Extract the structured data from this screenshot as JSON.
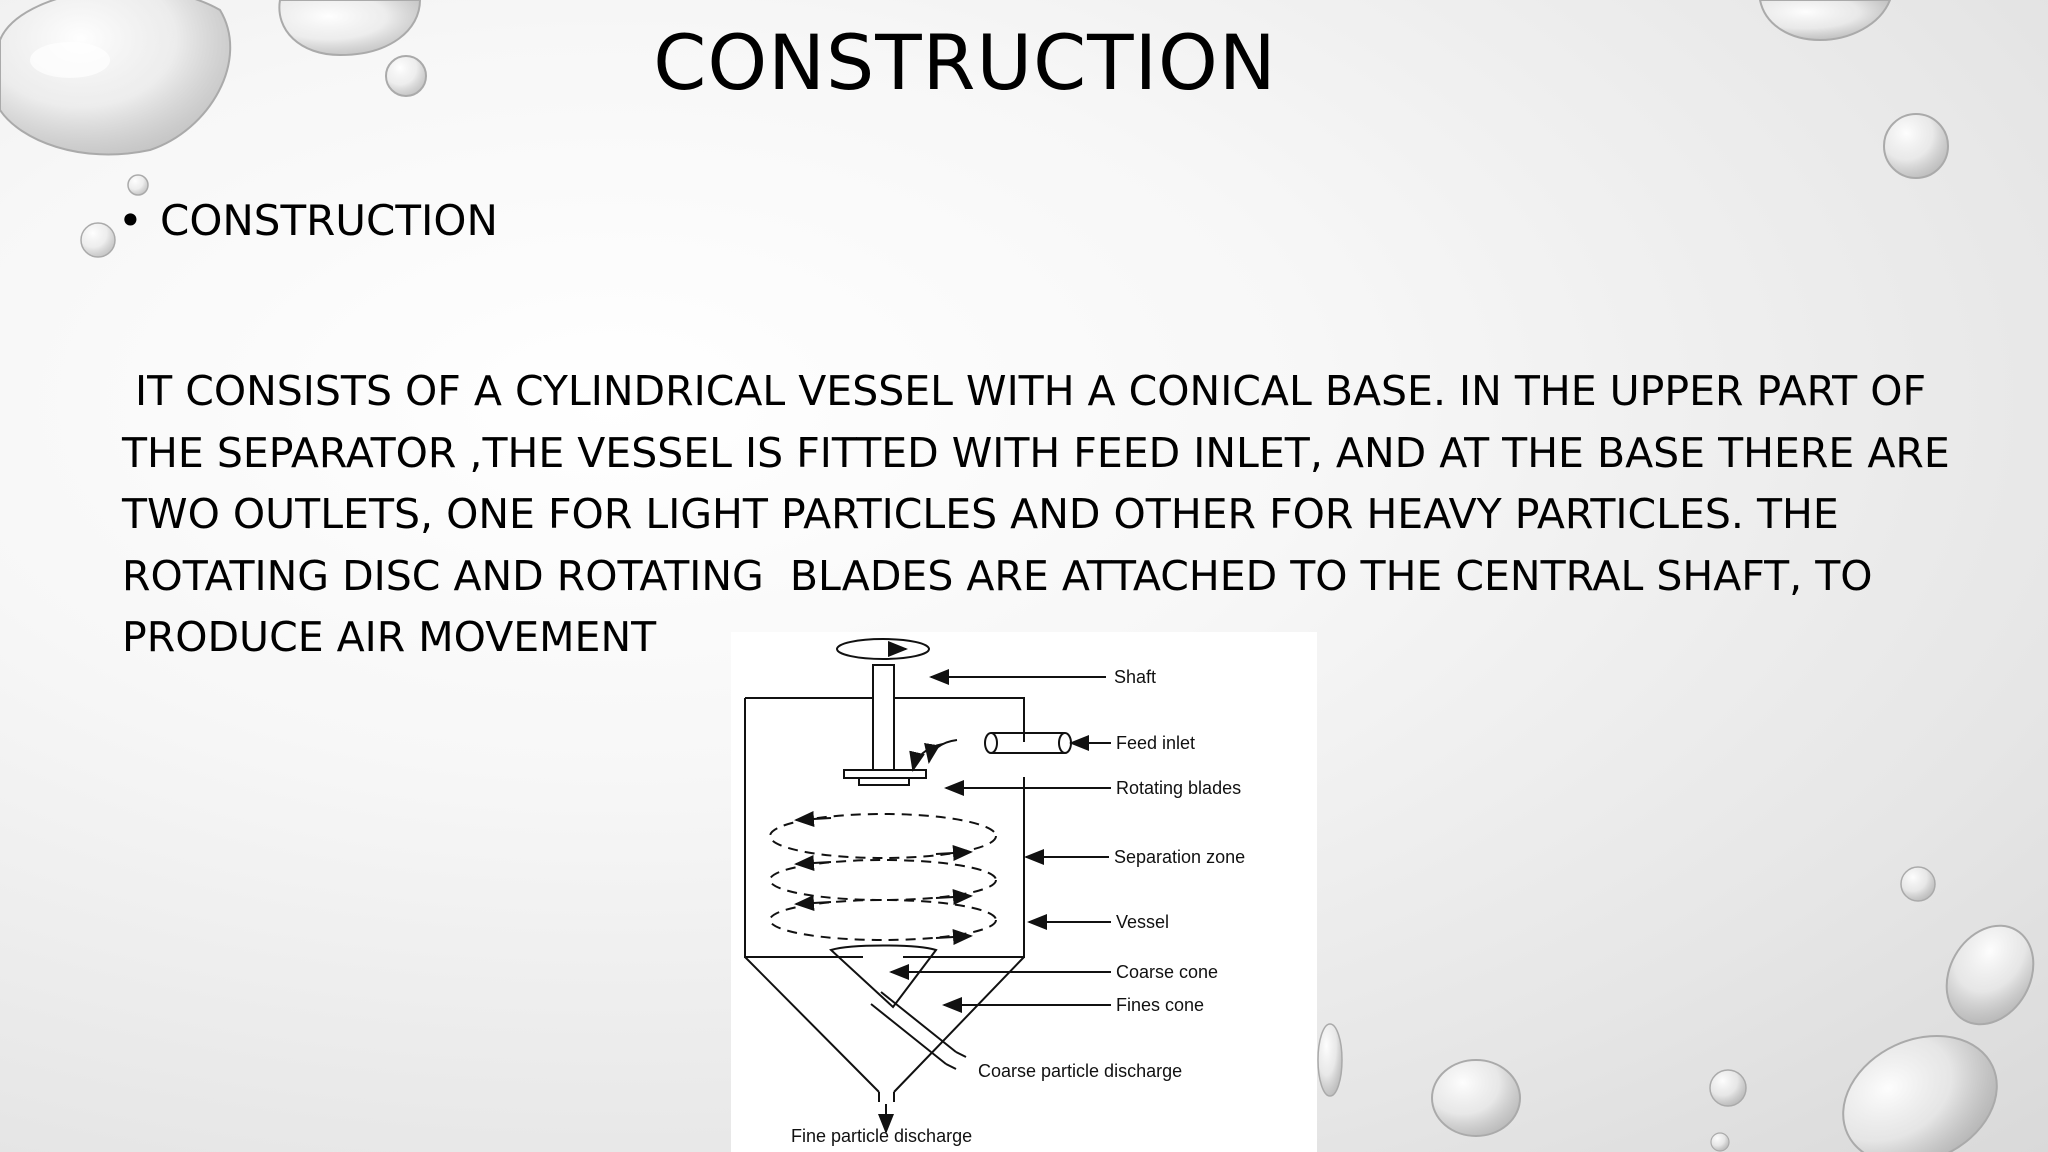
{
  "slide": {
    "title": "CONSTRUCTION",
    "bullet": "CONSTRUCTION",
    "body_lines": [
      " IT CONSISTS OF A CYLINDRICAL VESSEL WITH A CONICAL BASE. IN THE UPPER PART OF",
      "THE SEPARATOR ,THE VESSEL IS FITTED WITH FEED INLET, AND AT THE BASE THERE ARE",
      "TWO OUTLETS, ONE FOR LIGHT PARTICLES AND OTHER FOR HEAVY PARTICLES. THE",
      "ROTATING DISC AND ROTATING  BLADES ARE ATTACHED TO THE CENTRAL SHAFT, TO",
      "PRODUCE AIR MOVEMENT"
    ]
  },
  "diagram": {
    "labels": {
      "shaft": "Shaft",
      "feed_inlet": "Feed inlet",
      "rotating_blades": "Rotating blades",
      "separation_zone": "Separation zone",
      "vessel": "Vessel",
      "coarse_cone": "Coarse cone",
      "fines_cone": "Fines cone",
      "coarse_discharge": "Coarse particle discharge",
      "fine_discharge": "Fine particle discharge"
    }
  }
}
